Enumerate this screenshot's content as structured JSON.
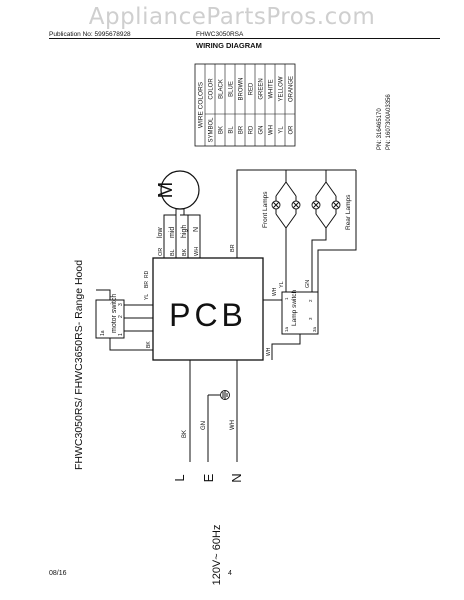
{
  "watermark": "AppliancePartsPros.com",
  "header": {
    "publication": "Publication No: 5995678928",
    "model": "FHWC3050RSA",
    "diagram_title": "WIRING DIAGRAM"
  },
  "footer": {
    "date": "08/16",
    "page": "4"
  },
  "diagram": {
    "title": "FHWC3050RS/ FHWC3650RS-  Range Hood",
    "pcb_label": "PCB",
    "motor_symbol": "M",
    "motor_speeds": [
      "low",
      "mid",
      "high",
      "N"
    ],
    "motor_wire_colors": [
      "OR",
      "BL",
      "BK",
      "WH"
    ],
    "pcb_top_wires": [
      "YL",
      "BR",
      "RD"
    ],
    "pcb_left_wire": "BK",
    "pcb_right_wire": "WH",
    "pcb_bottom_wire": "BR",
    "motor_switch_label": "motor switch",
    "motor_switch_terminals": [
      "1a",
      "1",
      "2",
      "3"
    ],
    "lamp_switch_label": "Lamp switch",
    "lamp_switch_terminals": [
      "1",
      "2",
      "3",
      "3a",
      "1a"
    ],
    "lamp_wires": [
      "YL",
      "GN"
    ],
    "lamp_out_wire": "WH",
    "front_lamps_label": "Front Lamps",
    "rear_lamps_label": "Rear Lamps",
    "power_lines": [
      {
        "terminal": "L",
        "wire": "BK"
      },
      {
        "terminal": "E",
        "wire": "GN"
      },
      {
        "terminal": "N",
        "wire": "WH"
      }
    ],
    "supply": "120V~ 60Hz",
    "part_numbers": [
      "PN: 316465170",
      "PN: 1607300A03356"
    ]
  },
  "wire_colors": {
    "title": "WIRE COLORS",
    "headers": [
      "SYMBOL",
      "COLOR"
    ],
    "rows": [
      [
        "BK",
        "BLACK"
      ],
      [
        "BL",
        "BLUE"
      ],
      [
        "BR",
        "BROWN"
      ],
      [
        "RD",
        "RED"
      ],
      [
        "GN",
        "GREEN"
      ],
      [
        "WH",
        "WHITE"
      ],
      [
        "YL",
        "YELLOW"
      ],
      [
        "OR",
        "ORANGE"
      ]
    ]
  }
}
